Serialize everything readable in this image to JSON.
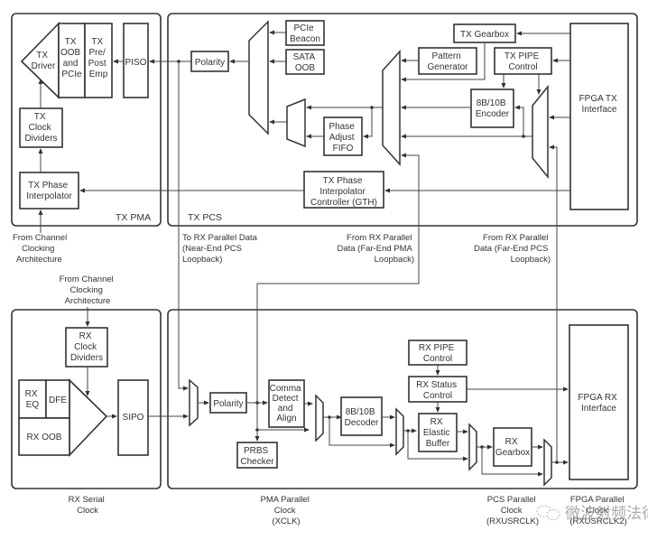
{
  "diagram": {
    "regions": {
      "tx_pma": "TX PMA",
      "tx_pcs": "TX PCS"
    },
    "tx_pma_blocks": {
      "tx_driver": [
        "TX",
        "Driver"
      ],
      "tx_oob_pcie": [
        "TX",
        "OOB",
        "and",
        "PCIe"
      ],
      "tx_pre_post_emp": [
        "TX",
        "Pre/",
        "Post",
        "Emp"
      ],
      "piso": [
        "PISO"
      ],
      "tx_clock_dividers": [
        "TX",
        "Clock",
        "Dividers"
      ],
      "tx_phase_interpolator": [
        "TX Phase",
        "Interpolator"
      ]
    },
    "tx_pcs_blocks": {
      "polarity": [
        "Polarity"
      ],
      "pcie_beacon": [
        "PCIe",
        "Beacon"
      ],
      "sata_oob": [
        "SATA",
        "OOB"
      ],
      "phase_adjust_fifo": [
        "Phase",
        "Adjust",
        "FIFO"
      ],
      "tx_pi_controller": [
        "TX Phase",
        "Interpolator",
        "Controller (GTH)"
      ],
      "tx_gearbox": [
        "TX Gearbox"
      ],
      "pattern_generator": [
        "Pattern",
        "Generator"
      ],
      "tx_pipe_control": [
        "TX PIPE",
        "Control"
      ],
      "encoder_8b10b": [
        "8B/10B",
        "Encoder"
      ],
      "fpga_tx_interface": [
        "FPGA TX",
        "Interface"
      ]
    },
    "rx_pma_blocks": {
      "rx_clock_dividers": [
        "RX",
        "Clock",
        "Dividers"
      ],
      "rx_eq": [
        "RX",
        "EQ"
      ],
      "dfe": [
        "DFE"
      ],
      "rx_oob": [
        "RX OOB"
      ],
      "sipo": [
        "SIPO"
      ]
    },
    "rx_pcs_blocks": {
      "polarity": [
        "Polarity"
      ],
      "comma_detect": [
        "Comma",
        "Detect",
        "and",
        "Align"
      ],
      "prbs_checker": [
        "PRBS",
        "Checker"
      ],
      "decoder_8b10b": [
        "8B/10B",
        "Decoder"
      ],
      "rx_pipe_control": [
        "RX PIPE",
        "Control"
      ],
      "rx_status_control": [
        "RX Status",
        "Control"
      ],
      "rx_elastic_buffer": [
        "RX",
        "Elastic",
        "Buffer"
      ],
      "rx_gearbox": [
        "RX",
        "Gearbox"
      ],
      "fpga_rx_interface": [
        "FPGA RX",
        "Interface"
      ]
    },
    "annotations": {
      "from_channel_clocking_tx": [
        "From Channel",
        "Clocking",
        "Architecture"
      ],
      "from_channel_clocking_rx": [
        "From Channel",
        "Clocking",
        "Architecture"
      ],
      "near_end_pcs_loopback": [
        "To RX Parallel Data",
        "(Near-End PCS",
        "Loopback)"
      ],
      "far_end_pma_loopback": [
        "From RX Parallel",
        "Data (Far-End PMA",
        "Loopback)"
      ],
      "far_end_pcs_loopback": [
        "From RX Parallel",
        "Data (Far-End PCS",
        "Loopback)"
      ]
    },
    "clock_labels": {
      "rx_serial_clock": [
        "RX Serial",
        "Clock"
      ],
      "pma_parallel_clock": [
        "PMA Parallel",
        "Clock",
        "(XCLK)"
      ],
      "pcs_parallel_clock": [
        "PCS Parallel",
        "Clock",
        "(RXUSRCLK)"
      ],
      "fpga_parallel_clock": [
        "FPGA Parallel",
        "Clock",
        "(RXUSRCLK2)"
      ]
    },
    "watermark": "微波射频法律"
  }
}
